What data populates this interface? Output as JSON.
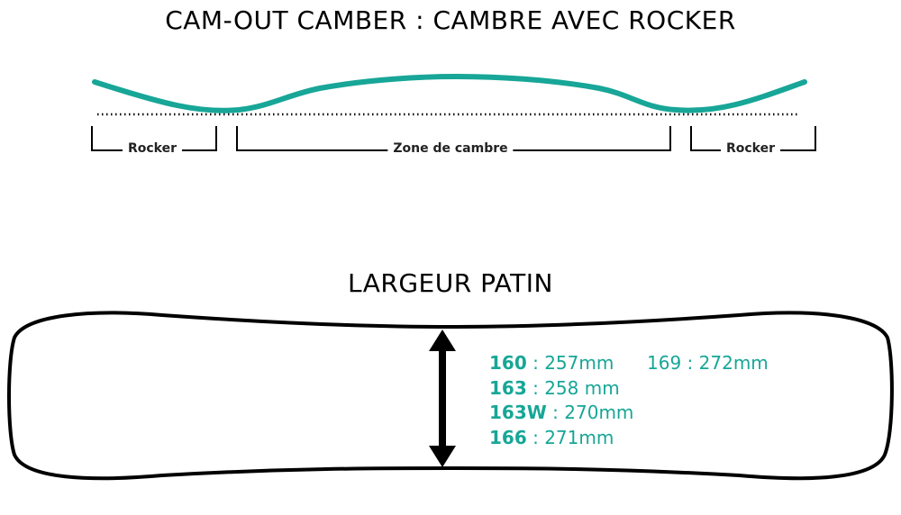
{
  "camber": {
    "title": "CAM-OUT CAMBER : CAMBRE AVEC ROCKER",
    "profile_color": "#17a697",
    "zones": [
      {
        "label": "Rocker"
      },
      {
        "label": "Zone de cambre"
      },
      {
        "label": "Rocker"
      }
    ]
  },
  "width": {
    "title": "LARGEUR PATIN",
    "text_color": "#17a697",
    "specs": [
      {
        "size": "160",
        "sep": " : ",
        "value": "257mm"
      },
      {
        "size": "163",
        "sep": " : ",
        "value": "258 mm"
      },
      {
        "size": "163W",
        "sep": " : ",
        "value": "270mm"
      },
      {
        "size": "166",
        "sep": " : ",
        "value": "271mm"
      },
      {
        "size": "169",
        "sep": " : ",
        "value": "272mm"
      }
    ]
  }
}
